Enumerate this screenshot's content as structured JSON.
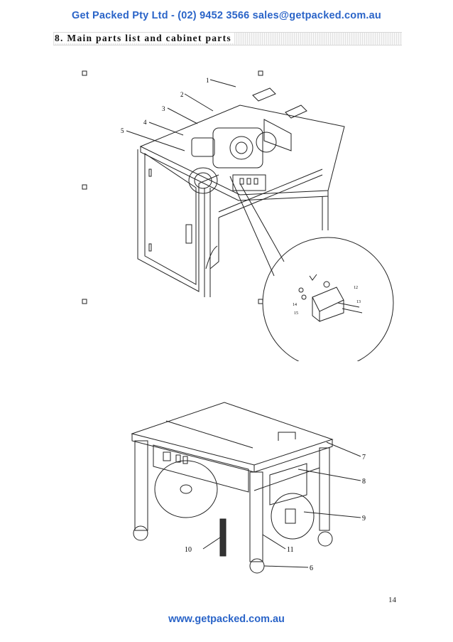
{
  "header": {
    "contact_line": "Get  Packed Pty  Ltd - (02) 9452 3566  sales@getpacked.com.au"
  },
  "section": {
    "title": "8. Main parts list and cabinet parts"
  },
  "figure_top": {
    "callouts": [
      "1",
      "2",
      "3",
      "4",
      "5"
    ],
    "detail_callouts": [
      "12",
      "13",
      "14",
      "15"
    ]
  },
  "figure_bottom": {
    "callouts": [
      "7",
      "8",
      "9",
      "10",
      "11",
      "6"
    ]
  },
  "page": {
    "number": "14"
  },
  "footer": {
    "website": "www.getpacked.com.au"
  }
}
